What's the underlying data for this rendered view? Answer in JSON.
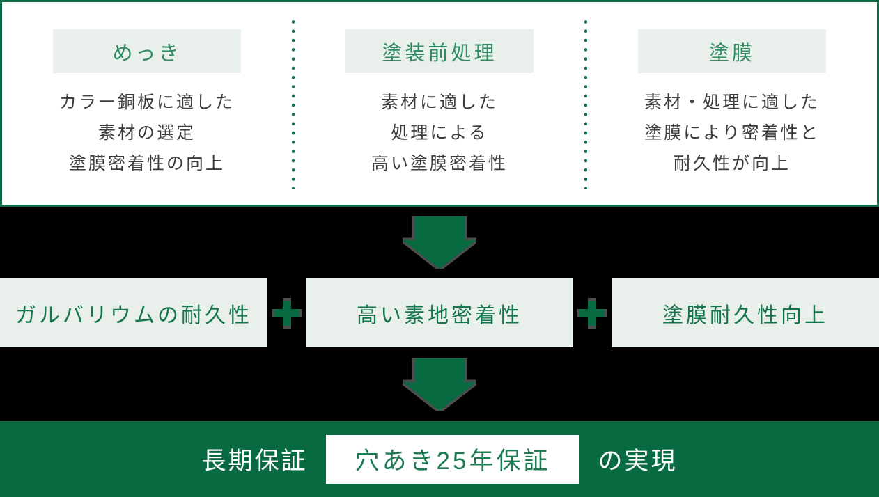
{
  "colors": {
    "background": "#000000",
    "panel_bg": "#ffffff",
    "panel_border": "#0f6b45",
    "chip_bg": "#e9f0ec",
    "chip_text": "#2e8c61",
    "body_text": "#3c3c3c",
    "green_dark": "#076a40",
    "box_bg": "#e9efeb",
    "box_text": "#15754b",
    "banner_text": "#ffffff",
    "highlight_bg": "#ffffff",
    "highlight_text": "#1c7b50",
    "artifact_gray": "#4d4d4d"
  },
  "top_panel": {
    "columns": [
      {
        "header": "めっき",
        "lines": [
          "カラー銅板に適した",
          "素材の選定",
          "塗膜密着性の向上"
        ]
      },
      {
        "header": "塗装前処理",
        "lines": [
          "素材に適した",
          "処理による",
          "高い塗膜密着性"
        ]
      },
      {
        "header": "塗膜",
        "lines": [
          "素材・処理に適した",
          "塗膜により密着性と",
          "耐久性が向上"
        ]
      }
    ]
  },
  "result_row": {
    "items": [
      "ガルバリウムの耐久性",
      "高い素地密着性",
      "塗膜耐久性向上"
    ],
    "plus": "+"
  },
  "banner": {
    "prefix": "長期保証",
    "highlight": "穴あき25年保証",
    "suffix": "の実現"
  }
}
